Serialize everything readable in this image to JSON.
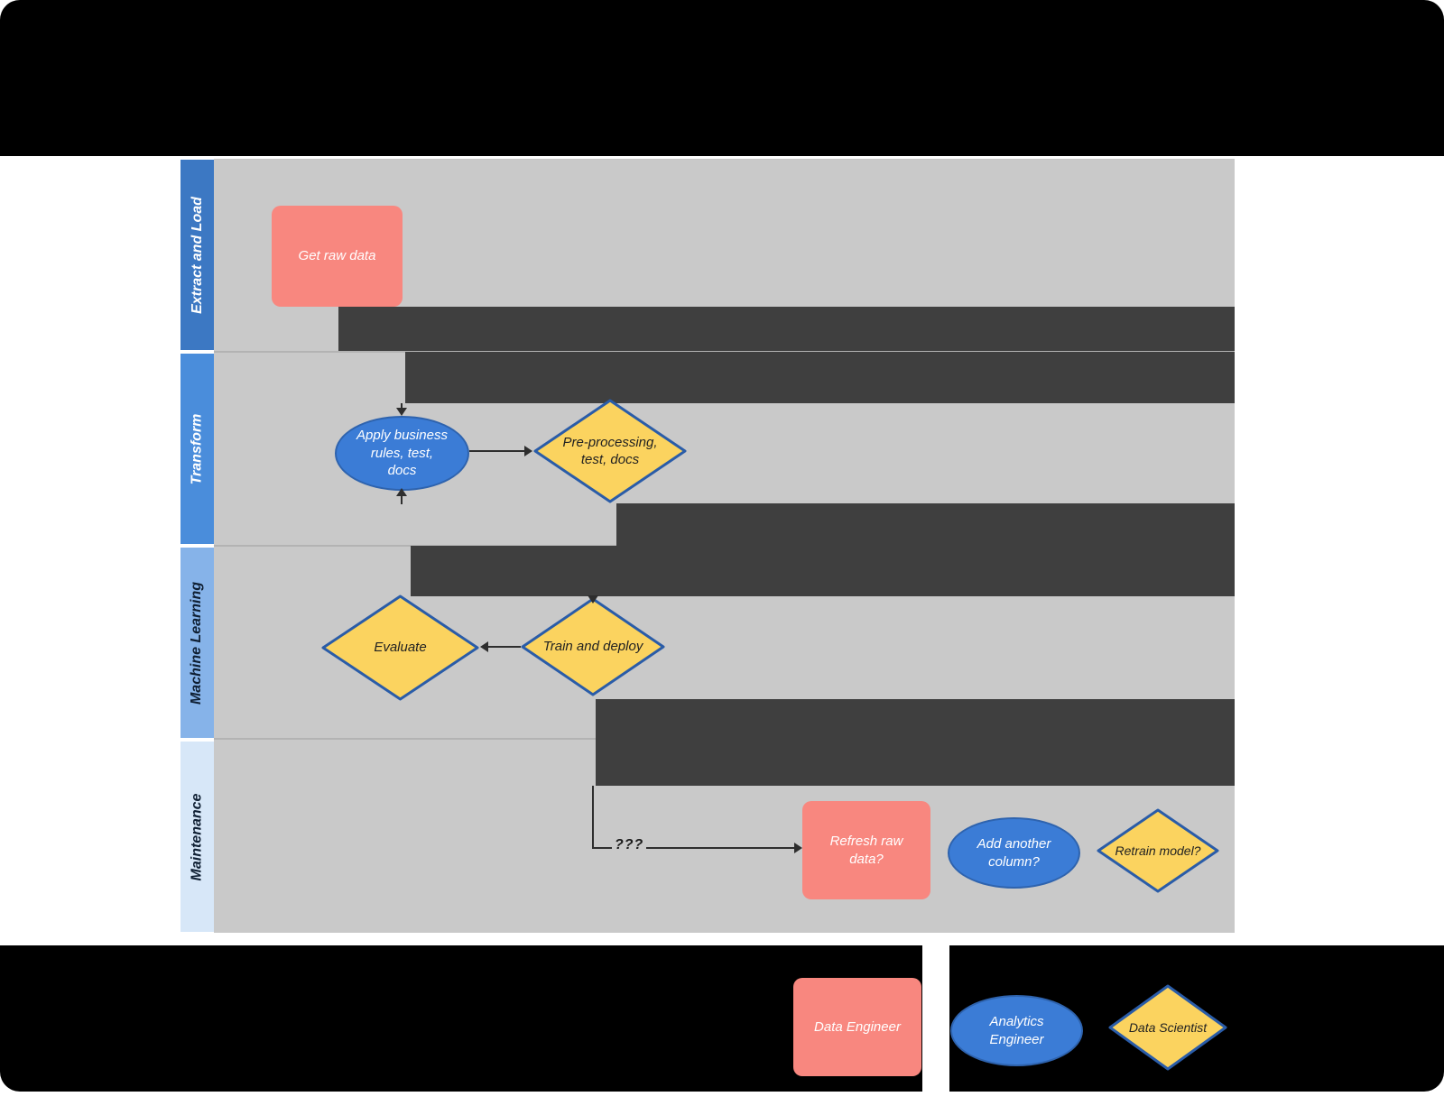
{
  "lanes": [
    {
      "label": "Extract and Load"
    },
    {
      "label": "Transform"
    },
    {
      "label": "Machine Learning"
    },
    {
      "label": "Maintenance"
    }
  ],
  "nodes": {
    "get_raw_data": {
      "label": "Get raw data",
      "shape": "process"
    },
    "apply_business_rules": {
      "label": "Apply business\nrules, test,\ndocs",
      "shape": "terminator"
    },
    "pre_processing": {
      "label": "Pre-processing,\ntest, docs",
      "shape": "decision"
    },
    "evaluate": {
      "label": "Evaluate",
      "shape": "decision"
    },
    "train_and_deploy": {
      "label": "Train and deploy",
      "shape": "decision"
    },
    "refresh_raw_data": {
      "label": "Refresh raw\ndata?",
      "shape": "process"
    },
    "add_another_column": {
      "label": "Add another\ncolumn?",
      "shape": "terminator"
    },
    "retrain_model": {
      "label": "Retrain model?",
      "shape": "decision"
    }
  },
  "connectors": {
    "maintenance_label": "???"
  },
  "legend": [
    {
      "label": "Data Engineer",
      "shape": "process"
    },
    {
      "label": "Analytics\nEngineer",
      "shape": "terminator"
    },
    {
      "label": "Data Scientist",
      "shape": "decision"
    }
  ],
  "colors": {
    "process_fill": "#f8877f",
    "terminator_fill": "#3b7cd6",
    "decision_fill": "#fbd35f",
    "decision_border": "#2a5ca8",
    "lane_bar_extract": "#3c78c3",
    "lane_bar_transform": "#4a8ddb",
    "lane_bar_ml": "#86b3e9",
    "lane_bar_maintenance": "#d7e7f8",
    "lane_body": "#c9c9c9",
    "redaction_block": "#3f3f3f",
    "background_panel": "#000000"
  }
}
